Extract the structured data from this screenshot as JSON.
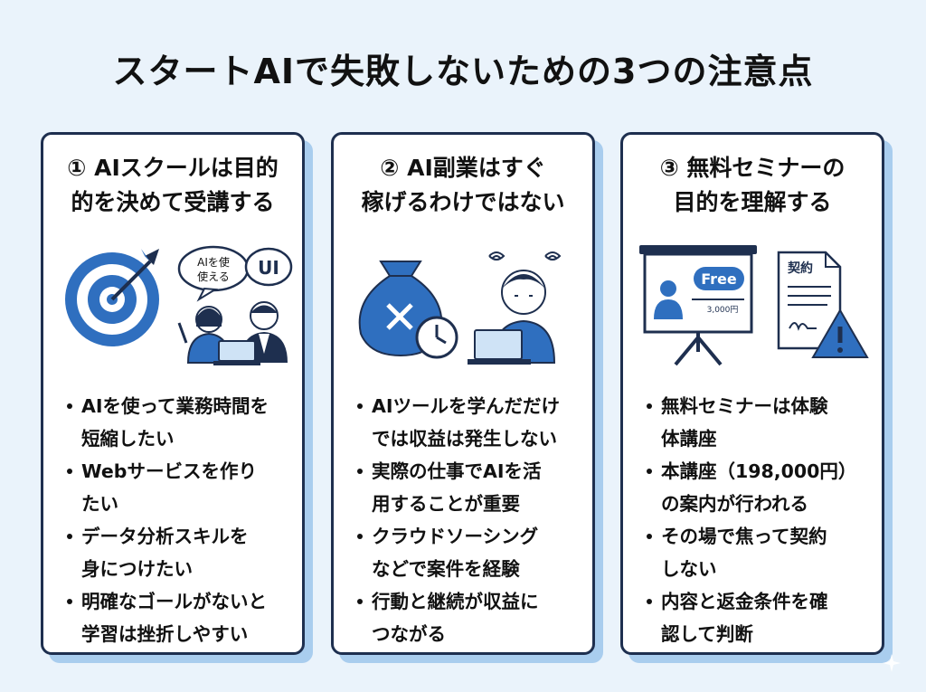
{
  "title": "スタートAIで失敗しないための3つの注意点",
  "cards": [
    {
      "title_lines": [
        "① AIスクールは目的",
        "的を決めて受講する"
      ],
      "illus": {
        "bubble_left": [
          "AIを使",
          "使える"
        ],
        "bubble_right": "UI"
      },
      "bullets": [
        [
          "AIを使って業務時間を",
          "短縮したい"
        ],
        [
          "Webサービスを作り",
          "たい"
        ],
        [
          "データ分析スキルを",
          "身につけたい"
        ],
        [
          "明確なゴールがないと",
          "学習は挫折しやすい"
        ]
      ]
    },
    {
      "title_lines": [
        "② AI副業はすぐ",
        "稼げるわけではない"
      ],
      "illus": {},
      "bullets": [
        [
          "AIツールを学んだだけ",
          "では収益は発生しない"
        ],
        [
          "実際の仕事でAIを活",
          "用することが重要"
        ],
        [
          "クラウドソーシング",
          "などで案件を経験"
        ],
        [
          "行動と継続が収益に",
          "つながる"
        ]
      ]
    },
    {
      "title_lines": [
        "③ 無料セミナーの",
        "目的を理解する"
      ],
      "illus": {
        "board_tag": "Free",
        "board_price": "3,000円",
        "doc_title": "契約"
      },
      "bullets": [
        [
          "無料セミナーは体験",
          "体講座"
        ],
        [
          "本講座（198,000円）",
          "の案内が行われる"
        ],
        [
          "その場で焦って契約",
          "しない"
        ],
        [
          "内容と返金条件を確",
          "認して判断"
        ]
      ]
    }
  ],
  "colors": {
    "primary": "#2f6fbf",
    "light": "#cfe3f6",
    "dark": "#1e2f4f",
    "background": "#eaf3fb",
    "shadow": "#a9cdee"
  }
}
